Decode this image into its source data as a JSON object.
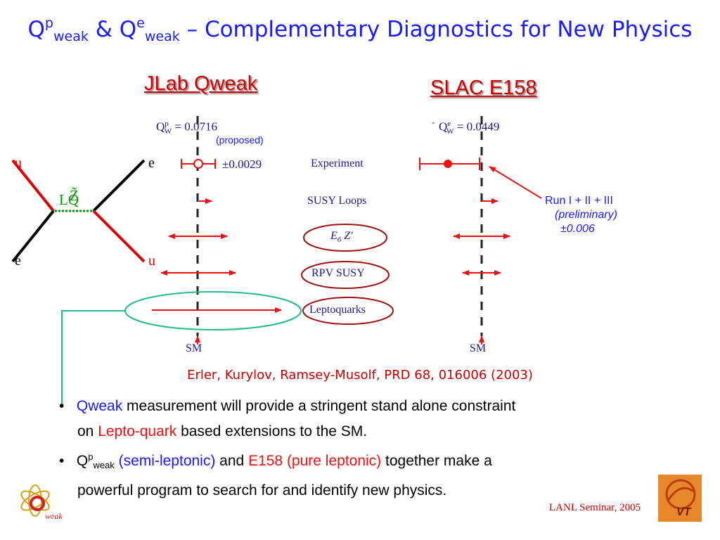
{
  "title": {
    "q_base": "Q",
    "q_sup_p": "p",
    "q_sub_weak": "weak",
    "amp": " & Q",
    "q_sup_e": "e",
    "q_sub_weak2": "weak",
    "rest": " – Complementary Diagnostics for New Physics"
  },
  "left_head": "JLab Qweak",
  "right_head": "SLAC E158",
  "feynman": {
    "top_left": "u",
    "top_right": "e",
    "bottom_left": "e",
    "bottom_right": "u",
    "mediator_a": "LQ",
    "mediator_b": "Z̃",
    "colors": {
      "quark": "#dd0000",
      "lepton": "#000000",
      "mediator": "#009900"
    }
  },
  "left_plot": {
    "qw_label": "Q",
    "qw_sup": "p",
    "qw_sub": "W",
    "qw_value": " = 0.0716",
    "proposed": "(proposed)",
    "error": "±0.0029",
    "sm": "SM"
  },
  "right_plot": {
    "qw_label": "Q",
    "qw_sup": "e",
    "qw_sub": "W",
    "qw_value": " = 0.0449",
    "minus": "-",
    "sm": "SM"
  },
  "categories": [
    "Experiment",
    "SUSY Loops",
    "E6 Z'",
    "RPV SUSY",
    "Leptoquarks"
  ],
  "e6_label": {
    "main": "E",
    "sub": "6",
    "tail": " Z'"
  },
  "annotation": {
    "line1": "Run I + II + III",
    "line2": "(preliminary)",
    "line3": "±0.006"
  },
  "citation": "Erler, Kurylov, Ramsey-Musolf, PRD 68, 016006 (2003)",
  "bullets": {
    "b1_blue": "Qweak",
    "b1_rest": " measurement will provide a stringent stand alone constraint",
    "b1_line2_a": "on ",
    "b1_red": "Lepto-quark",
    "b1_line2_b": " based extensions to the SM.",
    "b2_q": "Q",
    "b2_sup": "p",
    "b2_sub": "weak",
    "b2_blue": " (semi-leptonic)",
    "b2_and": " and ",
    "b2_red": "E158 (pure leptonic)",
    "b2_rest": " together make a",
    "b2_line2": "powerful program to search for and identify new physics."
  },
  "footer": {
    "seminar": "LANL Seminar, 2005",
    "logo_text": "weak",
    "vt": "VT"
  },
  "colors": {
    "title_blue": "#1a1aff",
    "head_red": "#d00000",
    "arrow_red": "#ee1111",
    "oval_dark_red": "#a01010",
    "oval_green": "#22bb88"
  }
}
